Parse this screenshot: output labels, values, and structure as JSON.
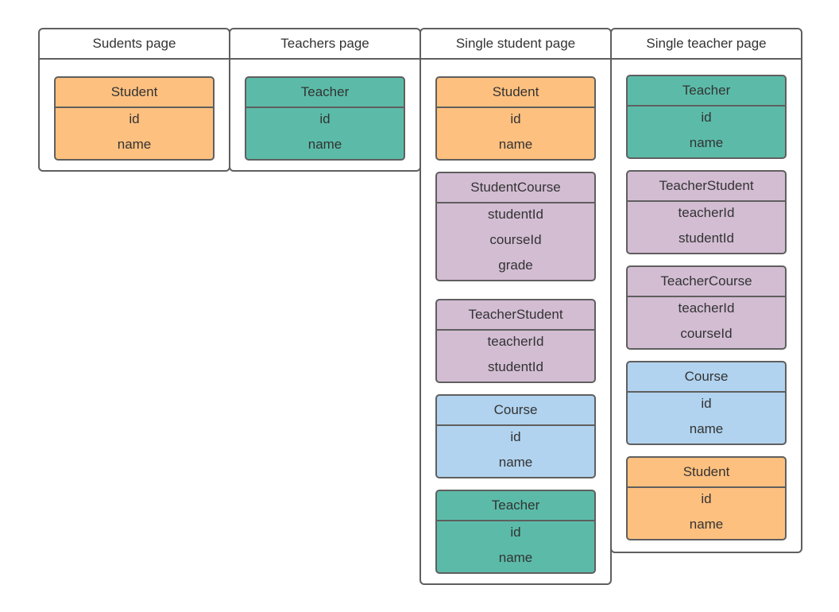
{
  "colors": {
    "student": "#fec07f",
    "teacher": "#5bbba8",
    "relation": "#d3bdd3",
    "course": "#b1d3ef"
  },
  "pages": [
    {
      "title": "Sudents page",
      "entities": [
        {
          "name": "Student",
          "kind": "student",
          "fields": [
            "id",
            "name"
          ]
        }
      ]
    },
    {
      "title": "Teachers page",
      "entities": [
        {
          "name": "Teacher",
          "kind": "teacher",
          "fields": [
            "id",
            "name"
          ]
        }
      ]
    },
    {
      "title": "Single student page",
      "entities": [
        {
          "name": "Student",
          "kind": "student",
          "fields": [
            "id",
            "name"
          ]
        },
        {
          "name": "StudentCourse",
          "kind": "relation",
          "fields": [
            "studentId",
            "courseId",
            "grade"
          ]
        },
        {
          "name": "TeacherStudent",
          "kind": "relation",
          "fields": [
            "teacherId",
            "studentId"
          ]
        },
        {
          "name": "Course",
          "kind": "course",
          "fields": [
            "id",
            "name"
          ]
        },
        {
          "name": "Teacher",
          "kind": "teacher",
          "fields": [
            "id",
            "name"
          ]
        }
      ]
    },
    {
      "title": "Single teacher page",
      "entities": [
        {
          "name": "Teacher",
          "kind": "teacher",
          "fields": [
            "id",
            "name"
          ]
        },
        {
          "name": "TeacherStudent",
          "kind": "relation",
          "fields": [
            "teacherId",
            "studentId"
          ]
        },
        {
          "name": "TeacherCourse",
          "kind": "relation",
          "fields": [
            "teacherId",
            "courseId"
          ]
        },
        {
          "name": "Course",
          "kind": "course",
          "fields": [
            "id",
            "name"
          ]
        },
        {
          "name": "Student",
          "kind": "student",
          "fields": [
            "id",
            "name"
          ]
        }
      ]
    }
  ]
}
